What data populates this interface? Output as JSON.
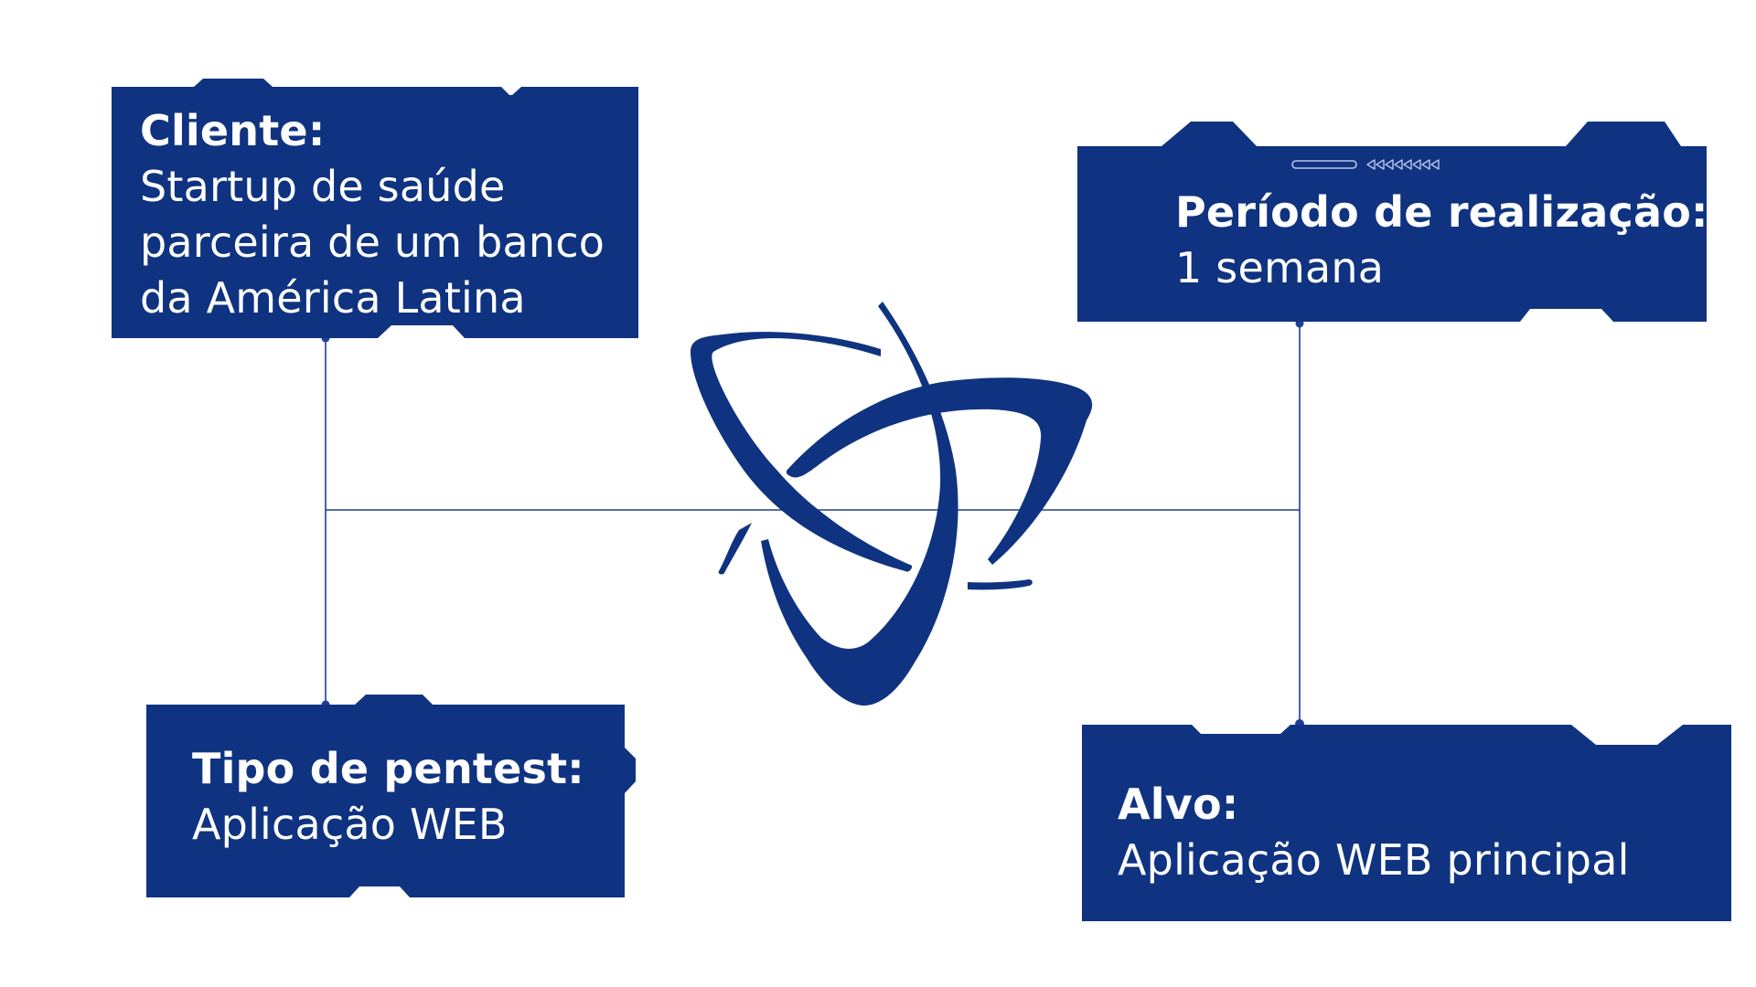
{
  "colors": {
    "card_fill": "#0f3380",
    "connector": "#1e3f95",
    "logo": "#0f3380",
    "text": "#ffffff"
  },
  "cards": {
    "client": {
      "label": "Cliente:",
      "value": "Startup de saúde\nparceira de um banco\nda América Latina"
    },
    "period": {
      "label": "Período de realização:",
      "value": "1 semana"
    },
    "pentest_type": {
      "label": "Tipo de pentest:",
      "value": "Aplicação WEB"
    },
    "target": {
      "label": "Alvo:",
      "value": "Aplicação WEB principal"
    }
  },
  "icons": {
    "center_logo": "triskelion-logo-icon",
    "progress_decoration": "progress-arrows-icon"
  }
}
